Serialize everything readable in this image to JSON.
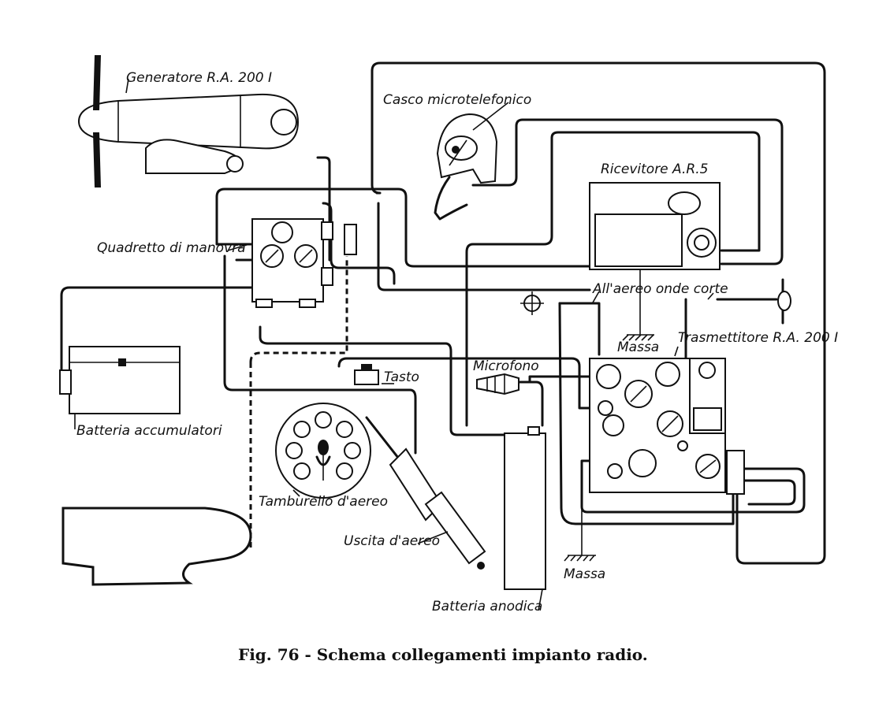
{
  "caption": "Fig. 76 - Schema collegamenti impianto radio.",
  "labels": {
    "generator": "Generatore R.A. 200 I",
    "headset": "Casco microtelefonico",
    "receiver": "Ricevitore A.R.5",
    "control_panel": "Quadretto di manovra",
    "short_wave_antenna": "All'aereo onde corte",
    "ground_receiver": "Massa",
    "transmitter": "Trasmettitore R.A. 200 I",
    "key": "Tasto",
    "microphone": "Microfono",
    "accumulator_battery": "Batteria accumulatori",
    "antenna_reel": "Tamburello d'aereo",
    "antenna_outlet": "Uscita d'aereo",
    "anode_battery": "Batteria anodica",
    "ground_transmitter": "Massa"
  },
  "colors": {
    "ink": "#111111",
    "paper": "#ffffff"
  }
}
